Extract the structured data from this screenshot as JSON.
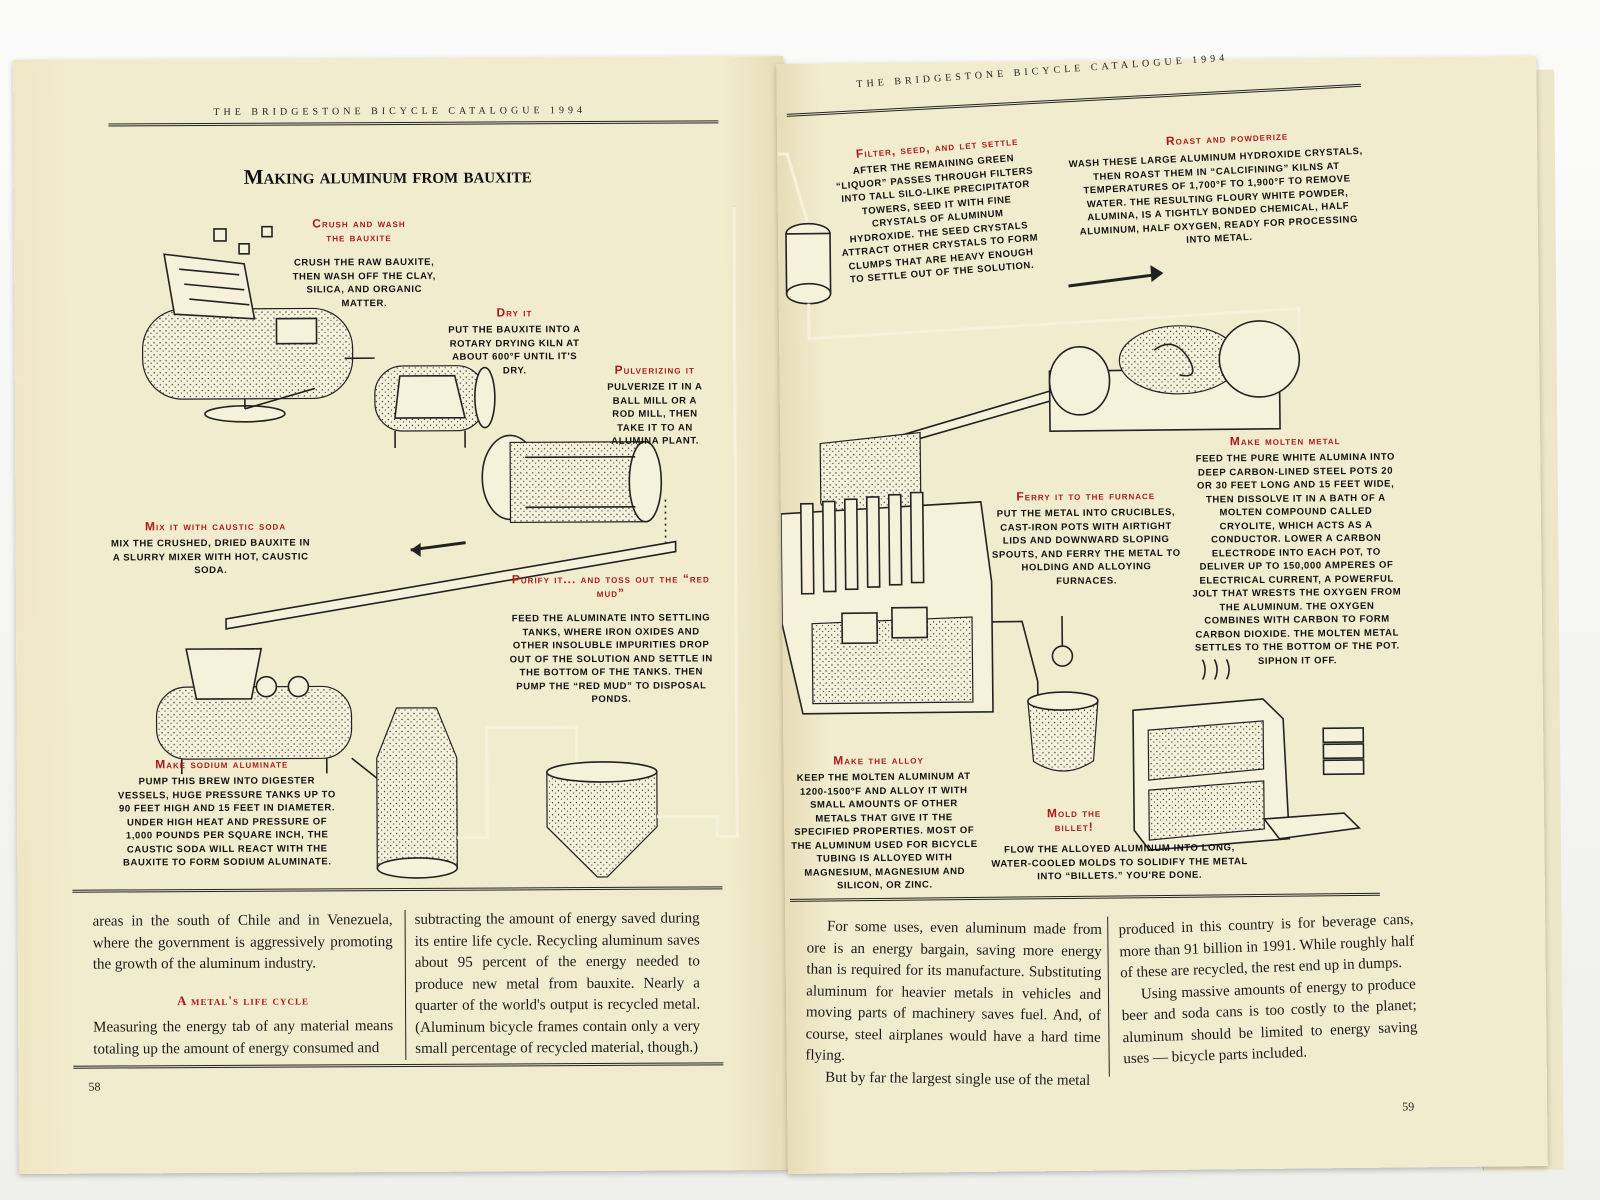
{
  "running_head": "THE BRIDGESTONE BICYCLE CATALOGUE 1994",
  "title": "Making aluminum from bauxite",
  "steps_left": [
    {
      "head": "Crush and wash the bauxite",
      "text": "Crush the raw bauxite, then wash off the clay, silica, and organic matter."
    },
    {
      "head": "Dry it",
      "text": "Put the bauxite into a rotary drying kiln at about 600°F until it's dry."
    },
    {
      "head": "Pulverizing it",
      "text": "Pulverize it in a ball mill or a rod mill, then take it to an alumina plant."
    },
    {
      "head": "Mix it with caustic soda",
      "text": "Mix the crushed, dried bauxite in a slurry mixer with hot, caustic soda."
    },
    {
      "head": "Purify it... and toss out the “red mud”",
      "text": "Feed the aluminate into settling tanks, where iron oxides and other insoluble impurities drop out of the solution and settle in the bottom of the tanks. Then pump the “red mud” to disposal ponds."
    },
    {
      "head": "Make sodium aluminate",
      "text": "Pump this brew into digester vessels, huge pressure tanks up to 90 feet high and 15 feet in diameter. Under high heat and pressure of 1,000 pounds per square inch, the caustic soda will react with the bauxite to form sodium aluminate."
    }
  ],
  "steps_right": [
    {
      "head": "Filter, seed, and let settle",
      "text": "After the remaining green “liquor” passes through filters into tall silo-like precipitator towers, seed it with fine crystals of aluminum hydroxide. The seed crystals attract other crystals to form clumps that are heavy enough to settle out of the solution."
    },
    {
      "head": "Roast and powderize",
      "text": "Wash these large aluminum hydroxide crystals, then roast them in “calcifining” kilns at temperatures of 1,700°F to 1,900°F to remove water. The resulting floury white powder, alumina, is a tightly bonded chemical, half aluminum, half oxygen, ready for processing into metal."
    },
    {
      "head": "Make molten metal",
      "text": "Feed the pure white alumina into deep carbon-lined steel pots 20 or 30 feet long and 15 feet wide, then dissolve it in a bath of a molten compound called cryolite, which acts as a conductor. Lower a carbon electrode into each pot, to deliver up to 150,000 amperes of electrical current, a powerful jolt that wrests the oxygen from the aluminum. The oxygen combines with carbon to form carbon dioxide. The molten metal settles to the bottom of the pot. Siphon it off."
    },
    {
      "head": "Ferry it to the furnace",
      "text": "Put the metal into crucibles, cast-iron pots with airtight lids and downward sloping spouts, and ferry the metal to holding and alloying furnaces."
    },
    {
      "head": "Make the alloy",
      "text": "Keep the molten aluminum at 1200-1500°F and alloy it with small amounts of other metals that give it the specified properties. Most of the aluminum used for bicycle tubing is alloyed with magnesium, magnesium and silicon, or zinc."
    },
    {
      "head": "Mold the billet!",
      "text": "Flow the alloyed aluminum into long, water-cooled molds to solidify the metal into “billets.” You're done."
    }
  ],
  "left_col1": "areas in the south of Chile and in Venezuela, where the government is aggressively promoting the growth of the aluminum industry.",
  "left_subhead": "A metal's life cycle",
  "left_col1b": "Measuring the energy tab of any material means totaling up the amount of energy consumed and",
  "left_col2": "subtracting the amount of energy saved during its entire life cycle. Recycling aluminum saves about 95 percent of the energy needed to produce new metal from bauxite. Nearly a quarter of the world's output is recycled metal. (Aluminum bicycle frames contain only a very small percentage of recycled material, though.)",
  "right_col1": "For some uses, even aluminum made from ore is an energy bargain, saving more energy than is required for its manufacture. Substituting aluminum for heavier metals in vehicles and moving parts of machinery saves fuel. And, of course, steel airplanes would have a hard time flying.",
  "right_col1b": "But by far the largest single use of the metal",
  "right_col2": "produced in this country is for beverage cans, more than 91 billion in 1991. While roughly half of these are recycled, the rest end up in dumps.",
  "right_col2b": "Using massive amounts of energy to produce beer and soda cans is too costly to the planet; aluminum should be limited to energy saving uses — bicycle parts included.",
  "folio_left": "58",
  "folio_right": "59"
}
